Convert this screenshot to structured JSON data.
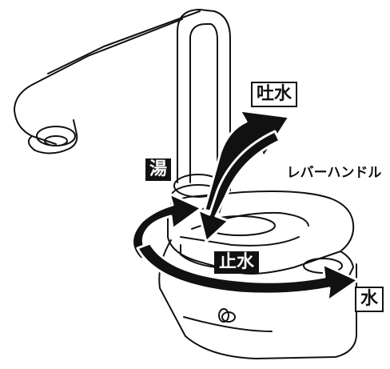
{
  "labels": {
    "discharge": "吐水",
    "hot": "湯",
    "cold": "水",
    "stop": "止水",
    "lever": "レバーハンドル"
  },
  "colors": {
    "ink": "#111111",
    "paper": "#ffffff"
  }
}
